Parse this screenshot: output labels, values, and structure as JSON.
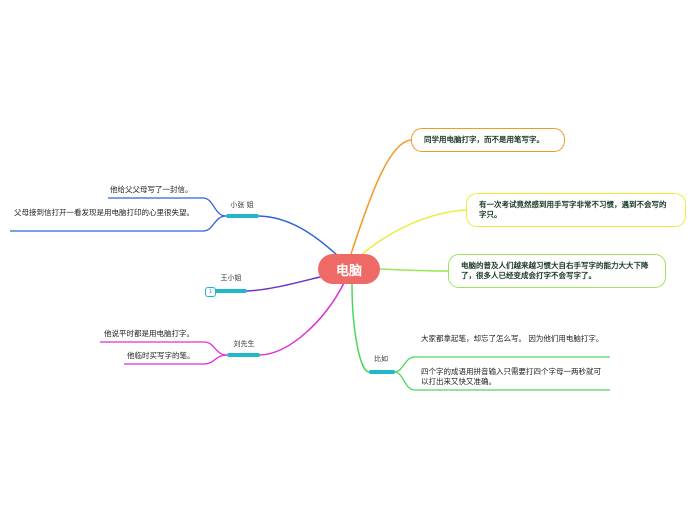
{
  "center": {
    "label": "电脑"
  },
  "right_nodes": [
    {
      "text": "同学用电脑打字，而不是用笔写字。",
      "color": "#f29a26"
    },
    {
      "text": "有一次考试竟然感到用手写字非常不习惯，遇到不会写的字只。",
      "color": "#ecec3c"
    },
    {
      "text": "电脑的普及人们越来越习惯大自右手写字的能力大大下降了，很多人已经变成会打字不会写字了。",
      "color": "#9ce45a"
    }
  ],
  "biru": {
    "label": "比如",
    "color": "#4cd65c",
    "items": [
      "大家都拿起笔，却忘了怎么写。 因为他们用电脑打字。",
      "四个字的成语用拼音输入只需要打四个字母一两秒就可以打出来又快又准确。"
    ]
  },
  "xiaozhangjie": {
    "label": "小张 姐",
    "color": "#2c63d8",
    "items": [
      "他给父父母写了一封信。",
      "父母接到信打开一看发现是用电脑打印的心里很失望。"
    ]
  },
  "wangxiaojie": {
    "label": "王小姐",
    "color": "#6a33c7",
    "badge": "1"
  },
  "liuxiansheng": {
    "label": "刘先生",
    "color": "#de2ed8",
    "items": [
      "他说平时都是用电脑打字。",
      "他临时买写字的笔。"
    ]
  },
  "colors": {
    "center_fill": "#ee6a67",
    "sub_bar": "#20b8c6"
  }
}
